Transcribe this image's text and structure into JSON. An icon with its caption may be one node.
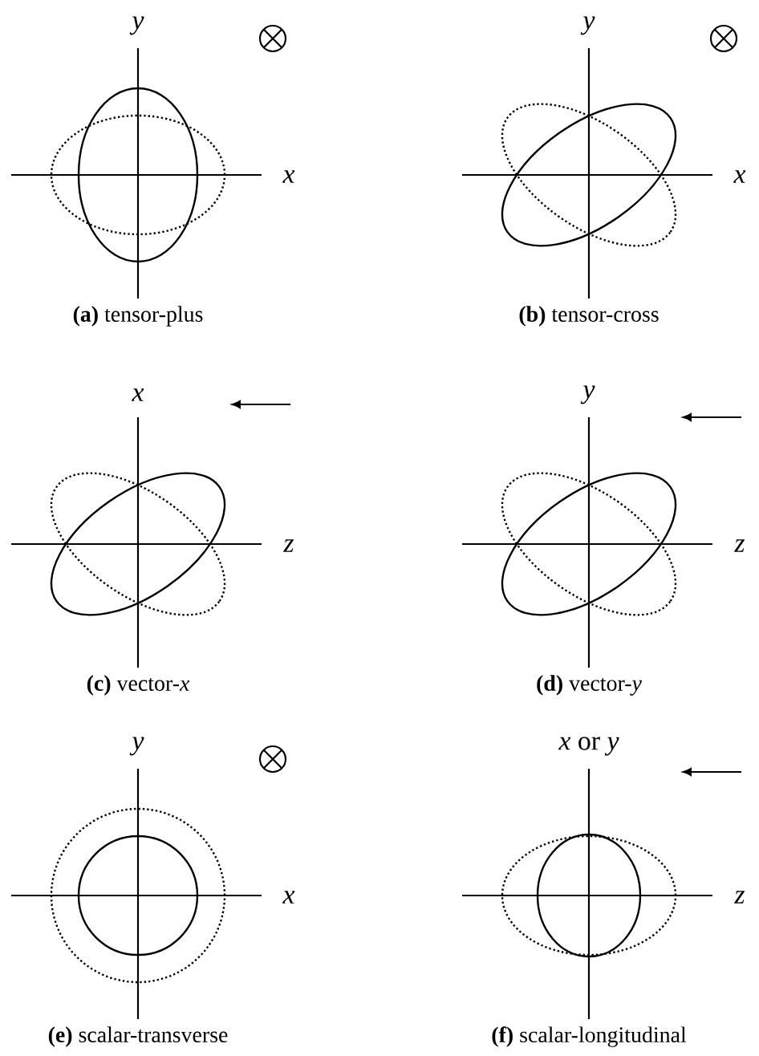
{
  "diagram": {
    "labels": [
      "y",
      "y",
      "x",
      "x",
      "**(a)** tensor-plus",
      "**(b)** tensor-cross",
      "x",
      "y",
      "z",
      "z",
      "**(c)** vector-*x*",
      "**(d)** vector-*y*",
      "y",
      "*x* or *y*",
      "x",
      "z",
      "**(e)** scalar-transverse",
      "**(f)** scalar-longitudinal"
    ]
  }
}
